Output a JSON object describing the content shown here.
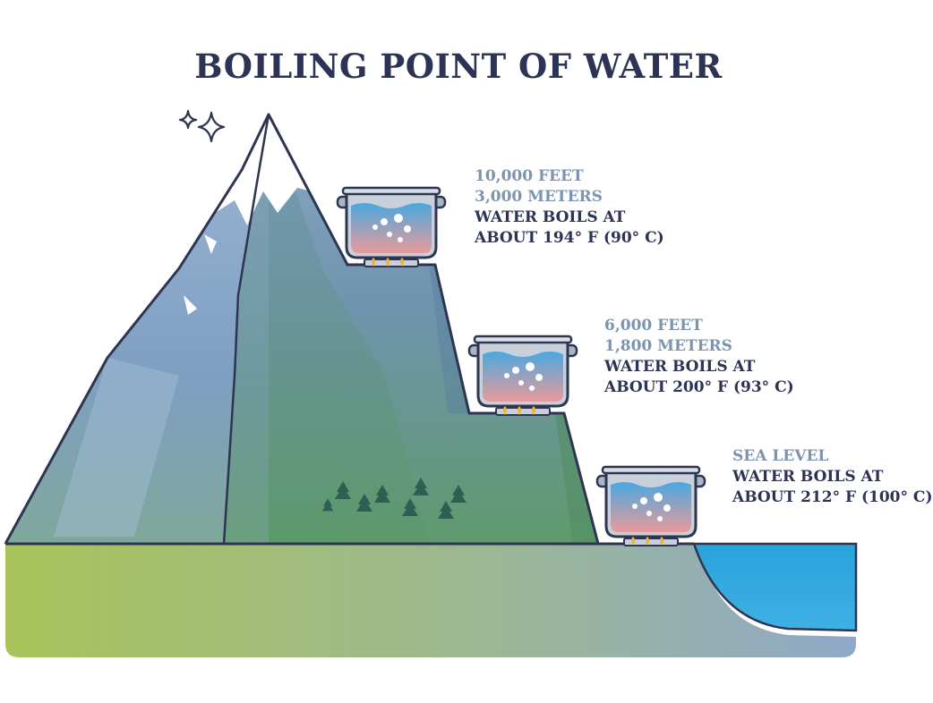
{
  "title": "BOILING POINT OF WATER",
  "colors": {
    "title": "#2d3354",
    "altitude_text": "#7d94b0",
    "boil_text": "#2d3354",
    "outline": "#2e3550",
    "sea": "#29a3dc",
    "ground_left": "#a9c35a",
    "ground_right": "#8fa8c8",
    "mountain_blue": "#8aa7c8",
    "mountain_green": "#5f9a6c",
    "snow": "#ffffff",
    "pot": "#aab6c6",
    "water_top": "#4aa8e0",
    "water_bottom": "#e99a9a",
    "flame": "#f2b33a"
  },
  "icons": [
    "sparkle-icon",
    "pot-icon",
    "flame-icon",
    "tree-icon"
  ],
  "levels": [
    {
      "line1": "10,000 FEET",
      "line2": "3,000 METERS",
      "boil1": "WATER BOILS AT",
      "boil2": "ABOUT 194° F (90° C)"
    },
    {
      "line1": "6,000 FEET",
      "line2": "1,800 METERS",
      "boil1": "WATER BOILS AT",
      "boil2": "ABOUT 200° F (93° C)"
    },
    {
      "line1": "SEA LEVEL",
      "boil1": "WATER BOILS AT",
      "boil2": "ABOUT 212° F (100° C)"
    }
  ]
}
